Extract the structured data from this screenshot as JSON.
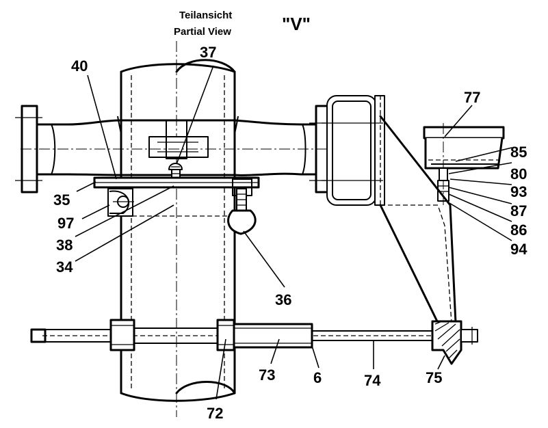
{
  "title": {
    "line1": "Teilansicht",
    "line2": "Partial View",
    "view_label": "\"V\""
  },
  "callouts": {
    "c37": "37",
    "c40": "40",
    "c77": "77",
    "c85": "85",
    "c80": "80",
    "c93": "93",
    "c87": "87",
    "c86": "86",
    "c94": "94",
    "c35": "35",
    "c97": "97",
    "c38": "38",
    "c34": "34",
    "c36": "36",
    "c73": "73",
    "c6": "6",
    "c74": "74",
    "c75": "75",
    "c72": "72"
  }
}
